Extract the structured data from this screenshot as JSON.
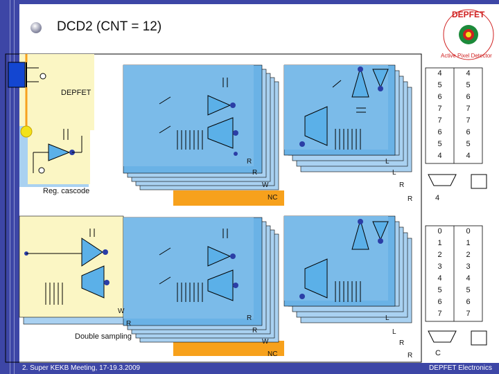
{
  "slide": {
    "title": "DCD2 (CNT = 12)",
    "footer_left": "2. Super KEKB Meeting, 17-19.3.2009",
    "footer_right": "DEPFET Electronics"
  },
  "logo": {
    "top_text": "DEPFET",
    "arc_text": "Active Pixel Detector"
  },
  "labels": {
    "depfet": "DEPFET",
    "reg_cascode": "Reg. cascode",
    "double_sampling": "Double sampling",
    "R": "R",
    "L": "L",
    "W": "W",
    "NC": "NC",
    "C": "C"
  },
  "rom_top": {
    "col1": [
      "4",
      "5",
      "6",
      "7",
      "7",
      "6",
      "5",
      "4"
    ],
    "col2": [
      "4",
      "5",
      "6",
      "7",
      "7",
      "6",
      "5",
      "4"
    ],
    "below": "4"
  },
  "rom_bottom": {
    "col1": [
      "0",
      "1",
      "2",
      "3",
      "4",
      "5",
      "6",
      "7"
    ],
    "col2": [
      "0",
      "1",
      "2",
      "3",
      "4",
      "5",
      "6",
      "7"
    ]
  },
  "colors": {
    "rail": "#3d46a6",
    "cell_blue": "#6ab2e6",
    "cell_panel": "#a9d1f1",
    "yellow_panel": "#fbf6c4",
    "orange_bar": "#f7a11c",
    "node_blue": "#2b3ea6",
    "depfet_blue": "#1346d1",
    "node_yellow": "#f2e21a"
  }
}
